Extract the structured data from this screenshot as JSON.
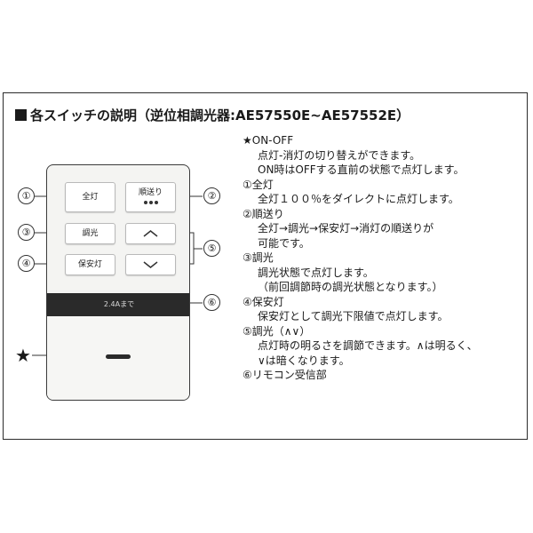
{
  "title": "各スイッチの説明（逆位相調光器:AE57550E~AE57552E）",
  "remote": {
    "all_on_label": "全灯",
    "sequence_label": "順送り",
    "dim_label": "調光",
    "night_light_label": "保安灯",
    "receiver_label": "2.4Aまで"
  },
  "callouts": {
    "n1": "①",
    "n2": "②",
    "n3": "③",
    "n4": "④",
    "n5": "⑤",
    "n6": "⑥",
    "star": "★"
  },
  "descriptions": [
    {
      "head": "★ON-OFF",
      "lines": [
        "点灯-消灯の切り替えができます。",
        "ON時はOFFする直前の状態で点灯します。"
      ]
    },
    {
      "head": "①全灯",
      "lines": [
        "全灯１００％をダイレクトに点灯します。"
      ]
    },
    {
      "head": "②順送り",
      "lines": [
        "全灯→調光→保安灯→消灯の順送りが",
        "可能です。"
      ]
    },
    {
      "head": "③調光",
      "lines": [
        "調光状態で点灯します。",
        "（前回調節時の調光状態となります。）"
      ]
    },
    {
      "head": "④保安灯",
      "lines": [
        "保安灯として調光下限値で点灯します。"
      ]
    },
    {
      "head": "⑤調光（∧∨）",
      "lines": [
        "点灯時の明るさを調節できます。∧は明るく、",
        "∨は暗くなります。"
      ]
    },
    {
      "head": "⑥リモコン受信部",
      "lines": []
    }
  ]
}
